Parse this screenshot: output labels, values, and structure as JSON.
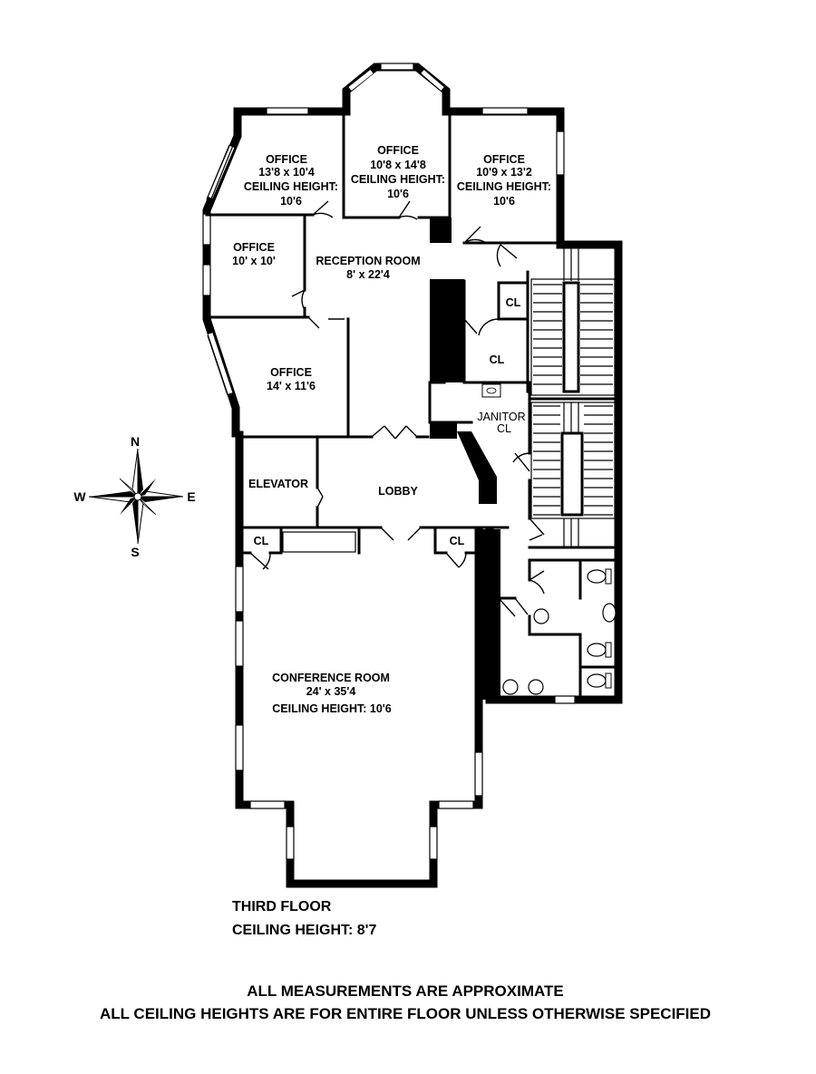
{
  "rooms": {
    "office_nw": {
      "name": "OFFICE",
      "size": "13'8 x 10'4",
      "ceiling_label": "CEILING HEIGHT:",
      "ceiling_value": "10'6"
    },
    "office_n": {
      "name": "OFFICE",
      "size": "10'8 x 14'8",
      "ceiling_label": "CEILING HEIGHT:",
      "ceiling_value": "10'6"
    },
    "office_ne": {
      "name": "OFFICE",
      "size": "10'9 x 13'2",
      "ceiling_label": "CEILING HEIGHT:",
      "ceiling_value": "10'6"
    },
    "office_w": {
      "name": "OFFICE",
      "size": "10' x 10'"
    },
    "reception": {
      "name": "RECEPTION ROOM",
      "size": "8' x 22'4"
    },
    "office_sw": {
      "name": "OFFICE",
      "size": "14' x 11'6"
    },
    "closet_1": "CL",
    "closet_2": "CL",
    "janitor_1": "JANITOR",
    "janitor_2": "CL",
    "elevator": "ELEVATOR",
    "lobby": "LOBBY",
    "closet_3": "CL",
    "closet_4": "CL",
    "conference": {
      "name": "CONFERENCE ROOM",
      "size": "24' x 35'4",
      "ceiling": "CEILING HEIGHT: 10'6"
    }
  },
  "compass": {
    "n": "N",
    "s": "S",
    "e": "E",
    "w": "W"
  },
  "floor": {
    "title": "THIRD FLOOR",
    "ceiling": "CEILING HEIGHT: 8'7"
  },
  "notes": {
    "line1": "ALL MEASUREMENTS ARE APPROXIMATE",
    "line2": "ALL CEILING HEIGHTS ARE FOR ENTIRE FLOOR UNLESS OTHERWISE SPECIFIED"
  }
}
